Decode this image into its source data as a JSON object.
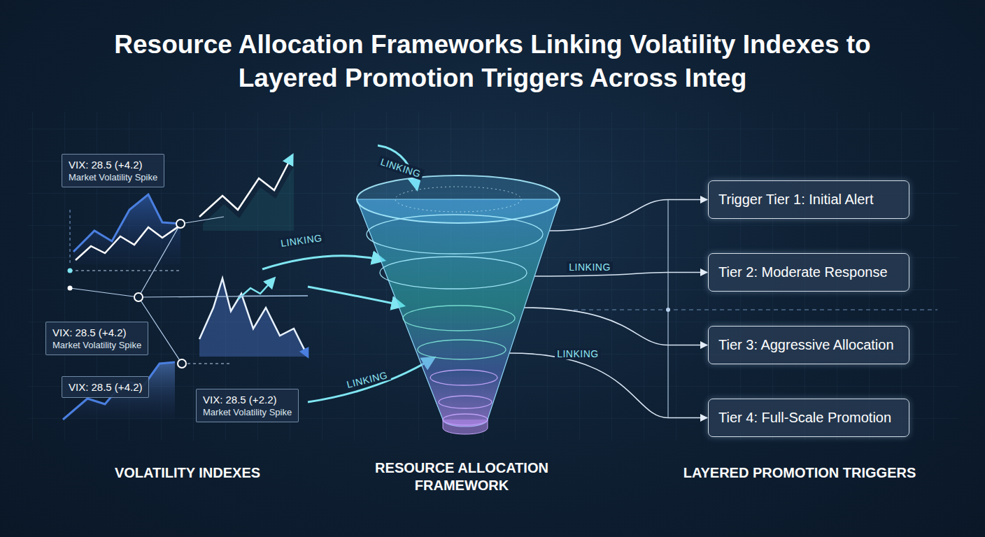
{
  "diagram": {
    "title": "Resource Allocation Frameworks Linking Volatility Indexes to Layered Promotion Triggers Across Integ",
    "nodes": [
      {
        "text": [
          "VIX: 28.5 (+4.2)",
          "Market Volatility Spike"
        ]
      },
      {
        "text": [
          "VIX: 28.5 (+4.2)",
          "Market Volatility Spike"
        ]
      },
      {
        "text": [
          "VIX: 28.5 (+4.2)"
        ]
      },
      {
        "text": [
          "VIX: 28.5 (+2.2)",
          "Market Volatility Spike"
        ]
      },
      {
        "text": [
          "RESOURCE ALLOCATION FRAMEWORK"
        ]
      },
      {
        "text": [
          "Trigger Tier 1: Initial Alert"
        ]
      },
      {
        "text": [
          "Tier 2: Moderate Response"
        ]
      },
      {
        "text": [
          "Tier 3: Aggressive Allocation"
        ]
      },
      {
        "text": [
          "Tier 4: Full-Scale Promotion"
        ]
      }
    ],
    "edges": [
      {
        "from": 4,
        "to": 5,
        "arrow": "to"
      },
      {
        "from": 4,
        "to": 6,
        "label": "LINKING",
        "arrow": "to"
      },
      {
        "from": 4,
        "to": 7,
        "arrow": "to"
      },
      {
        "from": 4,
        "to": 8,
        "label": "LINKING",
        "arrow": "to"
      }
    ],
    "labels": [
      "LINKING",
      "LINKING",
      "LINKING",
      "VOLATILITY INDEXES",
      "LAYERED PROMOTION TRIGGERS"
    ]
  }
}
